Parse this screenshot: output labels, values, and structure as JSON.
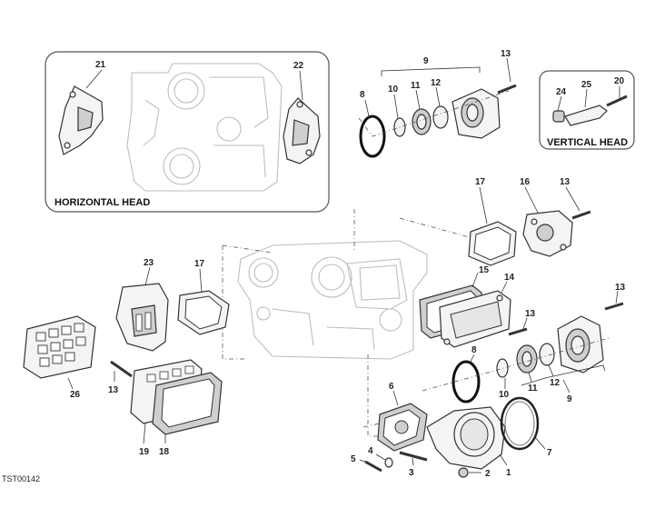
{
  "diagram": {
    "captions": {
      "horizontal_head": "HORIZONTAL HEAD",
      "vertical_head": "VERTICAL HEAD"
    },
    "code": "TST00142",
    "callouts": {
      "c21": "21",
      "c22": "22",
      "c9top": "9",
      "c13a": "13",
      "c8a": "8",
      "c10a": "10",
      "c11a": "11",
      "c12a": "12",
      "c24": "24",
      "c25": "25",
      "c20": "20",
      "c17a": "17",
      "c16": "16",
      "c13b": "13",
      "c15": "15",
      "c14": "14",
      "c23": "23",
      "c17b": "17",
      "c13c": "13",
      "c13d": "13",
      "c8b": "8",
      "c10b": "10",
      "c11b": "11",
      "c12b": "12",
      "c9b": "9",
      "c26": "26",
      "c13e": "13",
      "c19": "19",
      "c18": "18",
      "c6": "6",
      "c4": "4",
      "c5": "5",
      "c3": "3",
      "c2": "2",
      "c1": "1",
      "c7": "7"
    }
  }
}
